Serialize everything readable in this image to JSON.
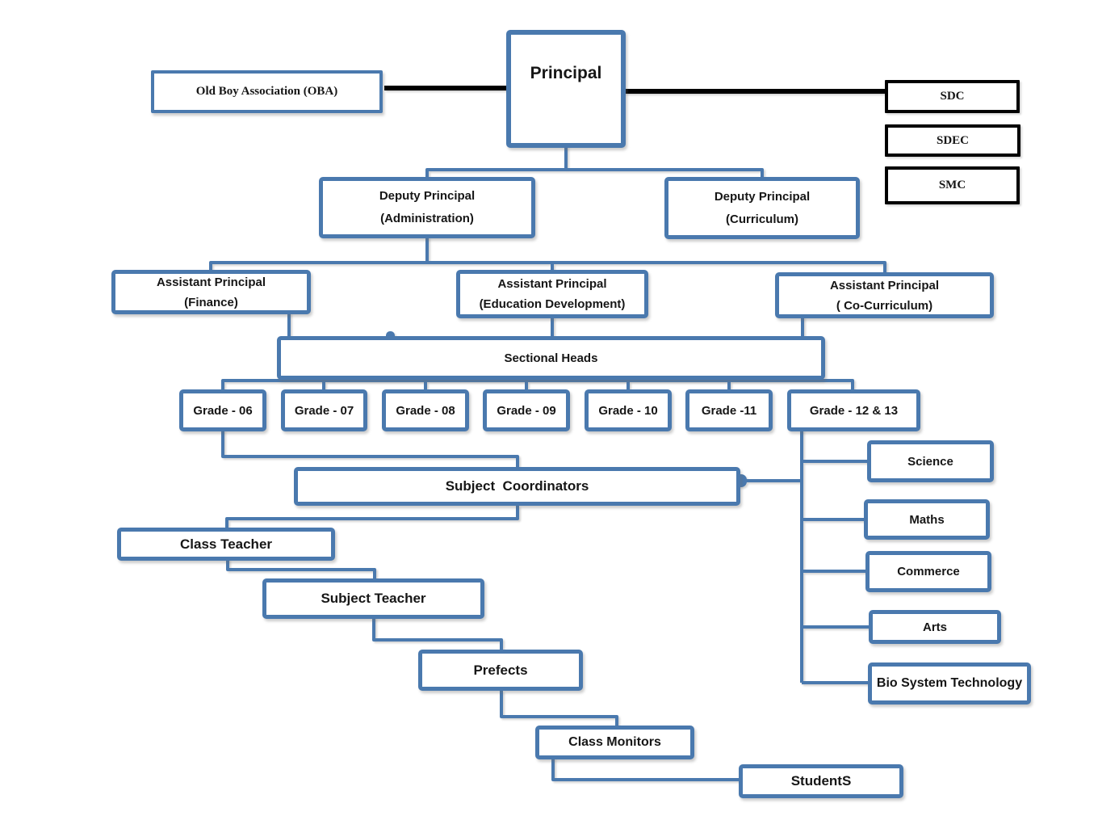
{
  "diagram": {
    "kind": "school-organizational-chart",
    "accent_color": "#4a79ae",
    "black_line_color": "#000000"
  },
  "nodes": {
    "principal": {
      "label": "Principal"
    },
    "oba": {
      "label": "Old Boy Association (OBA)"
    },
    "sdc": {
      "label": "SDC"
    },
    "sdec": {
      "label": "SDEC"
    },
    "smc": {
      "label": "SMC"
    },
    "deputy_administration": {
      "line1": "Deputy Principal",
      "line2": "(Administration)"
    },
    "deputy_curriculum": {
      "line1": "Deputy Principal",
      "line2": "(Curriculum)"
    },
    "assistant_finance": {
      "line1": "Assistant Principal",
      "line2": "(Finance)"
    },
    "assistant_education_development": {
      "line1": "Assistant Principal",
      "line2": "(Education Development)"
    },
    "assistant_co_curriculum": {
      "line1": "Assistant Principal",
      "line2": "( Co-Curriculum)"
    },
    "sectional_heads": {
      "label": "Sectional Heads"
    },
    "grade_06": {
      "label": "Grade - 06"
    },
    "grade_07": {
      "label": "Grade - 07"
    },
    "grade_08": {
      "label": "Grade - 08"
    },
    "grade_09": {
      "label": "Grade - 09"
    },
    "grade_10": {
      "label": "Grade - 10"
    },
    "grade_11": {
      "label": "Grade -11"
    },
    "grade_12_13": {
      "label": "Grade - 12 & 13"
    },
    "science": {
      "label": "Science"
    },
    "maths": {
      "label": "Maths"
    },
    "commerce": {
      "label": "Commerce"
    },
    "arts": {
      "label": "Arts"
    },
    "bio_system_technology": {
      "label": "Bio System Technology"
    },
    "subject_coordinators": {
      "label": "Subject  Coordinators"
    },
    "class_teacher": {
      "label": "Class Teacher"
    },
    "subject_teacher": {
      "label": "Subject Teacher"
    },
    "prefects": {
      "label": "Prefects"
    },
    "class_monitors": {
      "label": "Class Monitors"
    },
    "students": {
      "label": "StudentS"
    }
  }
}
